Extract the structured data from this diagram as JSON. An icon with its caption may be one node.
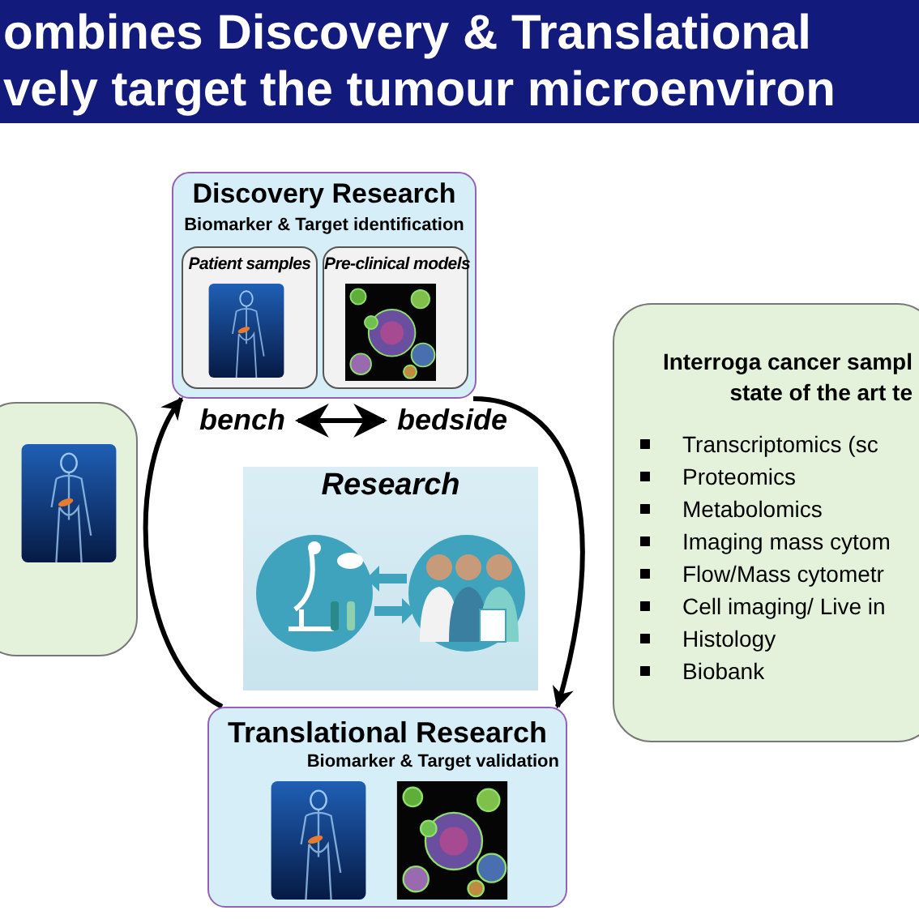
{
  "diagram": {
    "title": "ombines Discovery & Translational vely target the tumour microenviron",
    "nodes": [
      {
        "text": [
          "Discovery Research",
          "Biomarker & Target identification"
        ]
      },
      {
        "text": [
          "Patient samples"
        ],
        "in": 0
      },
      {
        "text": [
          "Pre-clinical models"
        ],
        "in": 0
      },
      {
        "text": [],
        "shape": "box"
      },
      {
        "text": [
          "Research"
        ]
      },
      {
        "text": [
          "Interroga cancer sampl state of the art te",
          "Transcriptomics (sc",
          "Proteomics",
          "Metabolomics",
          "Imaging mass cytom",
          "Flow/Mass cytometr",
          "Cell imaging/ Live in",
          "Histology",
          "Biobank"
        ]
      },
      {
        "text": [
          "Translational Research",
          "Biomarker & Target validation"
        ]
      },
      {
        "text": [
          "bench"
        ]
      },
      {
        "text": [
          "bedside"
        ]
      }
    ],
    "edges": [
      {
        "from": 6,
        "to": 0,
        "arrow": "to"
      },
      {
        "from": 0,
        "to": 6,
        "arrow": "to"
      },
      {
        "from": 7,
        "to": 8,
        "arrow": "both"
      }
    ]
  }
}
